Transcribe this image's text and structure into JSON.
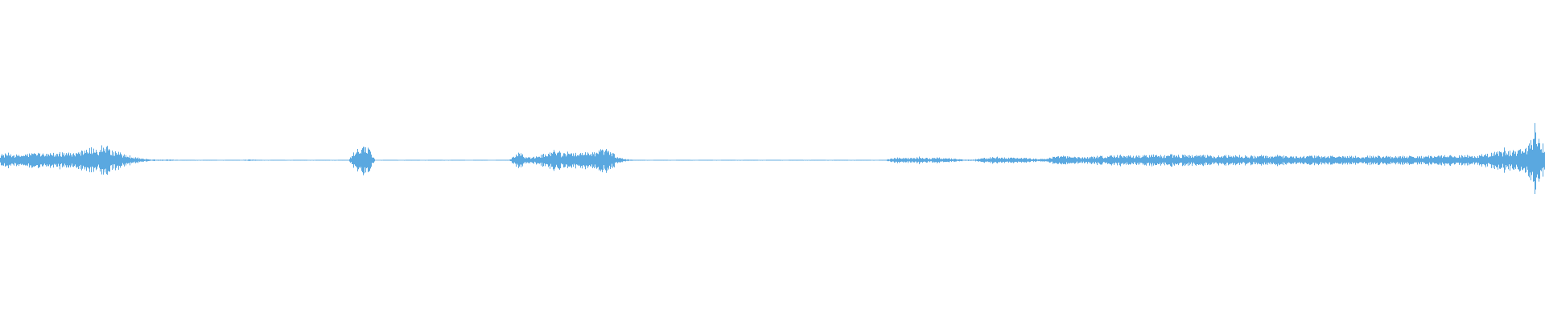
{
  "waveform": {
    "color": "#5aa8e0",
    "background": "#ffffff",
    "amplitude_envelope": [
      0.08,
      0.1,
      0.07,
      0.09,
      0.11,
      0.08,
      0.1,
      0.12,
      0.09,
      0.13,
      0.18,
      0.15,
      0.2,
      0.12,
      0.08,
      0.05,
      0.02,
      0.01,
      0.01,
      0.008,
      0.005,
      0.004,
      0.004,
      0.003,
      0.003,
      0.002,
      0.002,
      0.004,
      0.01,
      0.005,
      0.003,
      0.002,
      0.002,
      0.001,
      0.001,
      0.001,
      0.002,
      0.002,
      0.003,
      0.003,
      0.18,
      0.25,
      0.004,
      0.003,
      0.002,
      0.002,
      0.002,
      0.003,
      0.002,
      0.002,
      0.002,
      0.002,
      0.001,
      0.001,
      0.001,
      0.001,
      0.001,
      0.001,
      0.12,
      0.04,
      0.05,
      0.09,
      0.11,
      0.1,
      0.12,
      0.1,
      0.11,
      0.13,
      0.2,
      0.05,
      0.02,
      0.005,
      0.003,
      0.002,
      0.001,
      0.001,
      0.001,
      0.001,
      0.001,
      0.001,
      0.001,
      0.001,
      0.001,
      0.001,
      0.001,
      0.001,
      0.001,
      0.001,
      0.001,
      0.001,
      0.001,
      0.001,
      0.001,
      0.001,
      0.001,
      0.001,
      0.001,
      0.001,
      0.001,
      0.001,
      0.03,
      0.04,
      0.03,
      0.05,
      0.03,
      0.04,
      0.03,
      0.02,
      0.01,
      0.01,
      0.03,
      0.04,
      0.05,
      0.04,
      0.03,
      0.03,
      0.02,
      0.02,
      0.05,
      0.06,
      0.05,
      0.04,
      0.05,
      0.06,
      0.06,
      0.07,
      0.07,
      0.06,
      0.07,
      0.08,
      0.07,
      0.08,
      0.07,
      0.08,
      0.07,
      0.07,
      0.06,
      0.07,
      0.07,
      0.07,
      0.06,
      0.07,
      0.06,
      0.07,
      0.06,
      0.06,
      0.06,
      0.06,
      0.06,
      0.06,
      0.06,
      0.06,
      0.06,
      0.06,
      0.06,
      0.06,
      0.06,
      0.06,
      0.06,
      0.06,
      0.06,
      0.06,
      0.07,
      0.06,
      0.07,
      0.07,
      0.08,
      0.1,
      0.12,
      0.13,
      0.14,
      0.16,
      0.4,
      0.18
    ]
  }
}
